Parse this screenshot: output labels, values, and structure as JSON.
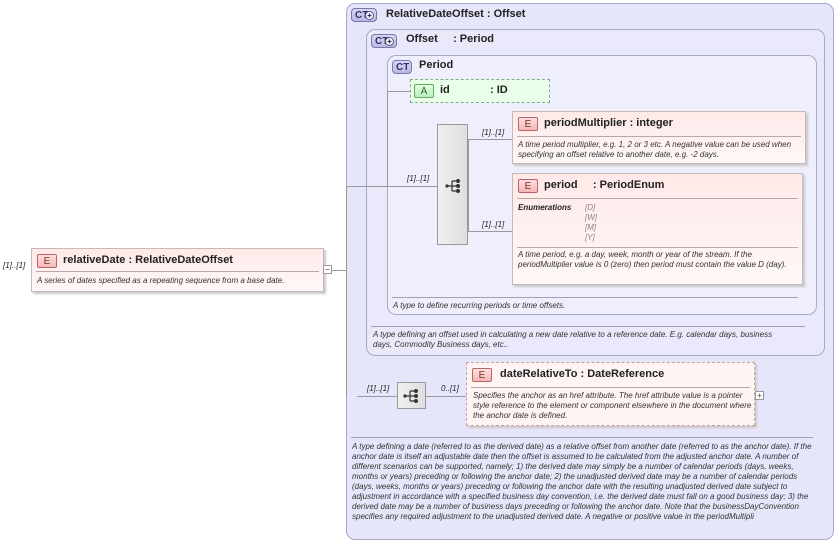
{
  "root_element": {
    "cardinality": "[1]..[1]",
    "badge": "E",
    "name": "relativeDate",
    "type": ": RelativeDateOffset",
    "doc": "A series of dates specified as a repeating sequence from a base date."
  },
  "ct_relative_date_offset": {
    "badge": "CT",
    "name": "RelativeDateOffset",
    "base": ": Offset",
    "doc": "A type defining a date (referred to as the derived date) as a relative offset from another date (referred to as the anchor date). If the anchor date is itself an adjustable date then the offset is assumed to be calculated from the adjusted anchor date. A number of different scenarios can be supported, namely; 1) the derived date may simply be a number of calendar periods (days, weeks, months or years) preceding or following the anchor date; 2) the unadjusted derived date may be a number of calendar periods (days, weeks, months or years) preceding or following the anchor date with the resulting unadjusted derived date subject to adjustment in accordance with a specified business day convention, i.e. the derived date must fall on a good business day; 3) the derived date may be a number of business days preceding or following the anchor date. Note that the businessDayConvention specifies any required adjustment to the unadjusted derived date. A negative or positive value in the periodMultipli"
  },
  "ct_offset": {
    "badge": "CT",
    "name": "Offset",
    "base": ": Period",
    "doc": "A type defining an offset used in calculating a new date relative to a reference date. E.g. calendar days, business days, Commodity Business days, etc.."
  },
  "ct_period": {
    "badge": "CT",
    "name": "Period",
    "doc": "A type to define recurring periods or time offsets."
  },
  "attribute_id": {
    "badge": "A",
    "name": "id",
    "type": ": ID"
  },
  "sequence_period": {
    "cardinality": "[1]..[1]"
  },
  "period_multiplier": {
    "cardinality": "[1]..[1]",
    "badge": "E",
    "name": "periodMultiplier",
    "type": ": integer",
    "doc": "A time period multiplier, e.g. 1, 2 or 3 etc. A negative value can be used when specifying an offset relative to another date, e.g. -2 days."
  },
  "period": {
    "cardinality": "[1]..[1]",
    "badge": "E",
    "name": "period",
    "type": ": PeriodEnum",
    "enumerations_label": "Enumerations",
    "enumerations": [
      "[D]",
      "[W]",
      "[M]",
      "[Y]"
    ],
    "doc": "A time period, e.g. a day, week, month or year of the stream. If the periodMultiplier value is 0 (zero) then period must contain the value D (day)."
  },
  "sequence_date_relative": {
    "cardinality": "[1]..[1]"
  },
  "date_relative_to": {
    "cardinality": "0..[1]",
    "badge": "E",
    "name": "dateRelativeTo",
    "type": ": DateReference",
    "doc": "Specifies the anchor as an href attribute. The href attribute value is a pointer style reference to the element or component elsewhere in the document where the anchor date is defined."
  },
  "colors": {
    "ct_fill": "#e6e6fa",
    "ct_border": "#a8a8c8",
    "element_fill": "#ffe8e8",
    "attribute_fill": "#eaffea"
  },
  "icons": [
    "ct-plus-icon",
    "sequence-icon",
    "expand-icon",
    "collapse-icon"
  ]
}
